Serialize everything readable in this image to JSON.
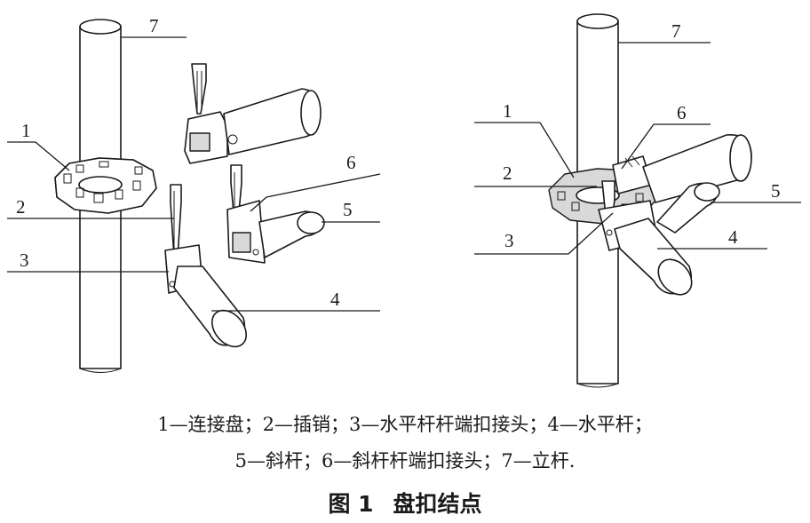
{
  "diagram": {
    "left_callouts": {
      "c1": "1",
      "c2": "2",
      "c3": "3",
      "c4": "4",
      "c5": "5",
      "c6": "6",
      "c7": "7"
    },
    "right_callouts": {
      "c1": "1",
      "c2": "2",
      "c3": "3",
      "c4": "4",
      "c5": "5",
      "c6": "6",
      "c7": "7"
    }
  },
  "caption": {
    "line1": "1—连接盘；2—插销；3—水平杆杆端扣接头；4—水平杆；",
    "line2": "5—斜杆；6—斜杆杆端扣接头；7—立杆.",
    "figure_number": "图 1",
    "figure_title": "盘扣结点"
  }
}
